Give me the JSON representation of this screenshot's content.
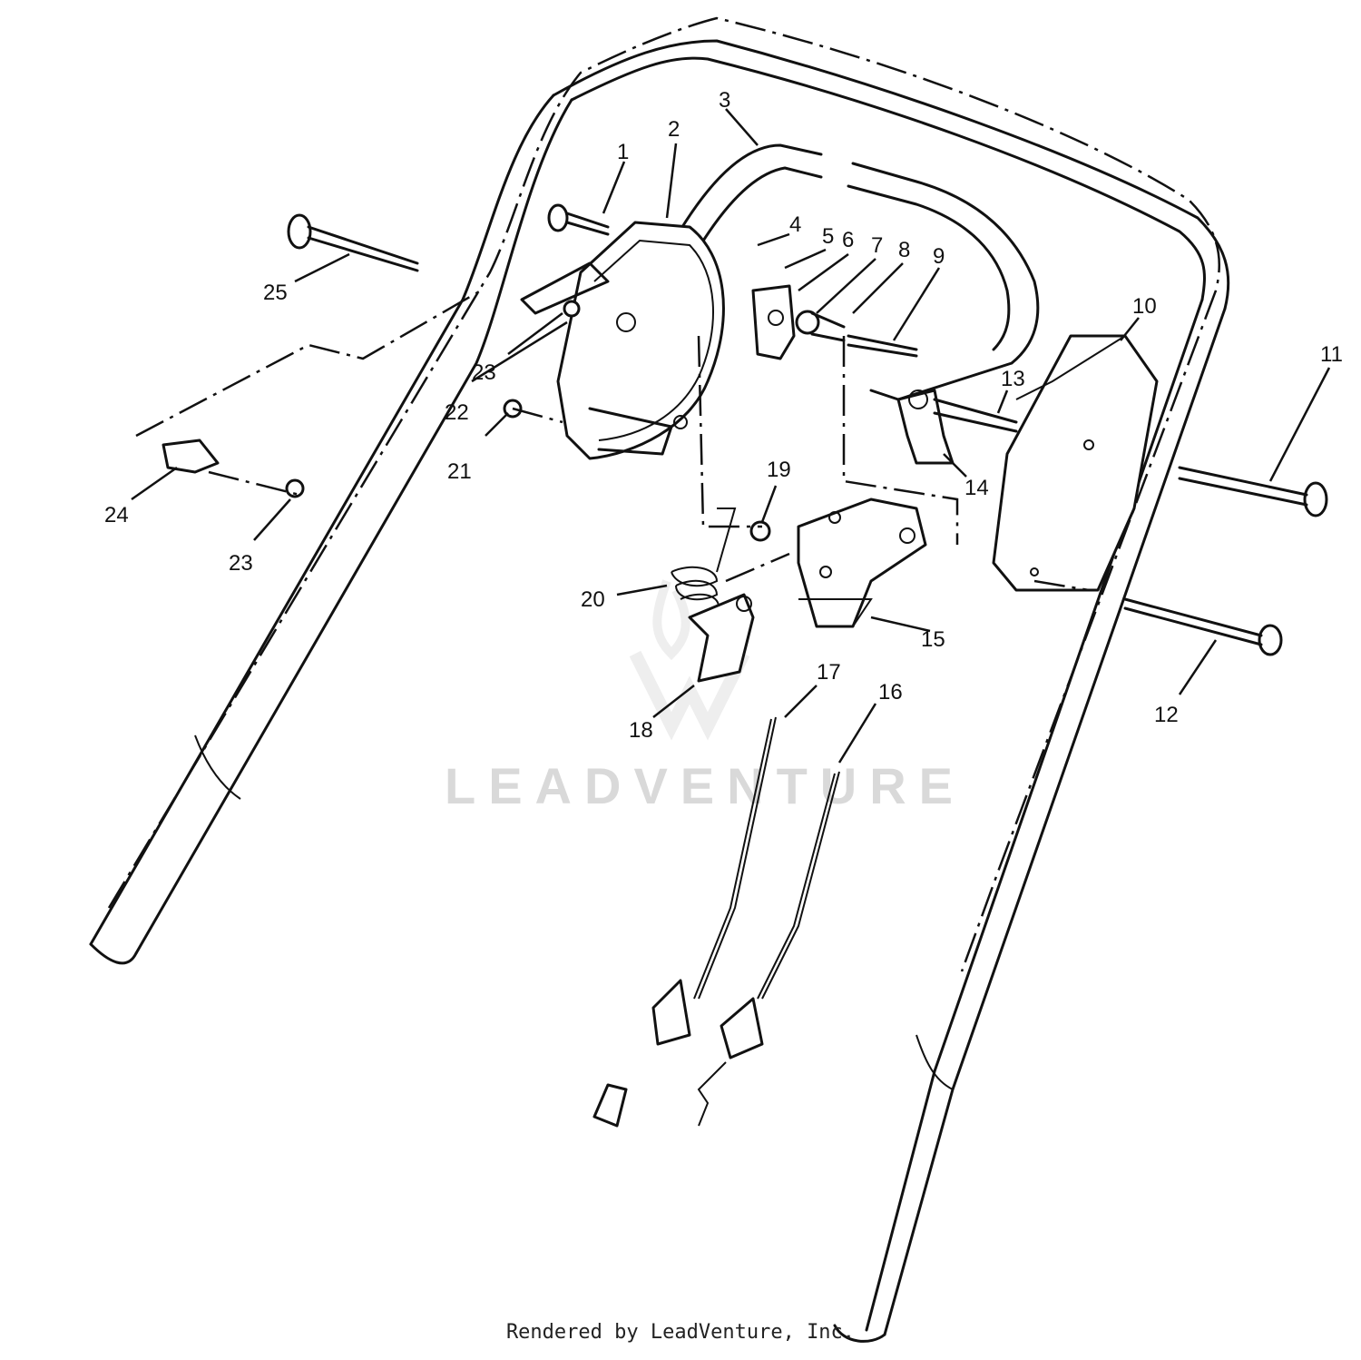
{
  "watermark": {
    "brand": "LEADVENTURE"
  },
  "footer": {
    "credit": "Rendered by LeadVenture, Inc."
  },
  "callouts": [
    "1",
    "2",
    "3",
    "4",
    "5",
    "6",
    "7",
    "8",
    "9",
    "10",
    "11",
    "12",
    "13",
    "14",
    "15",
    "16",
    "17",
    "18",
    "19",
    "20",
    "21",
    "22",
    "23",
    "23",
    "24",
    "25"
  ]
}
